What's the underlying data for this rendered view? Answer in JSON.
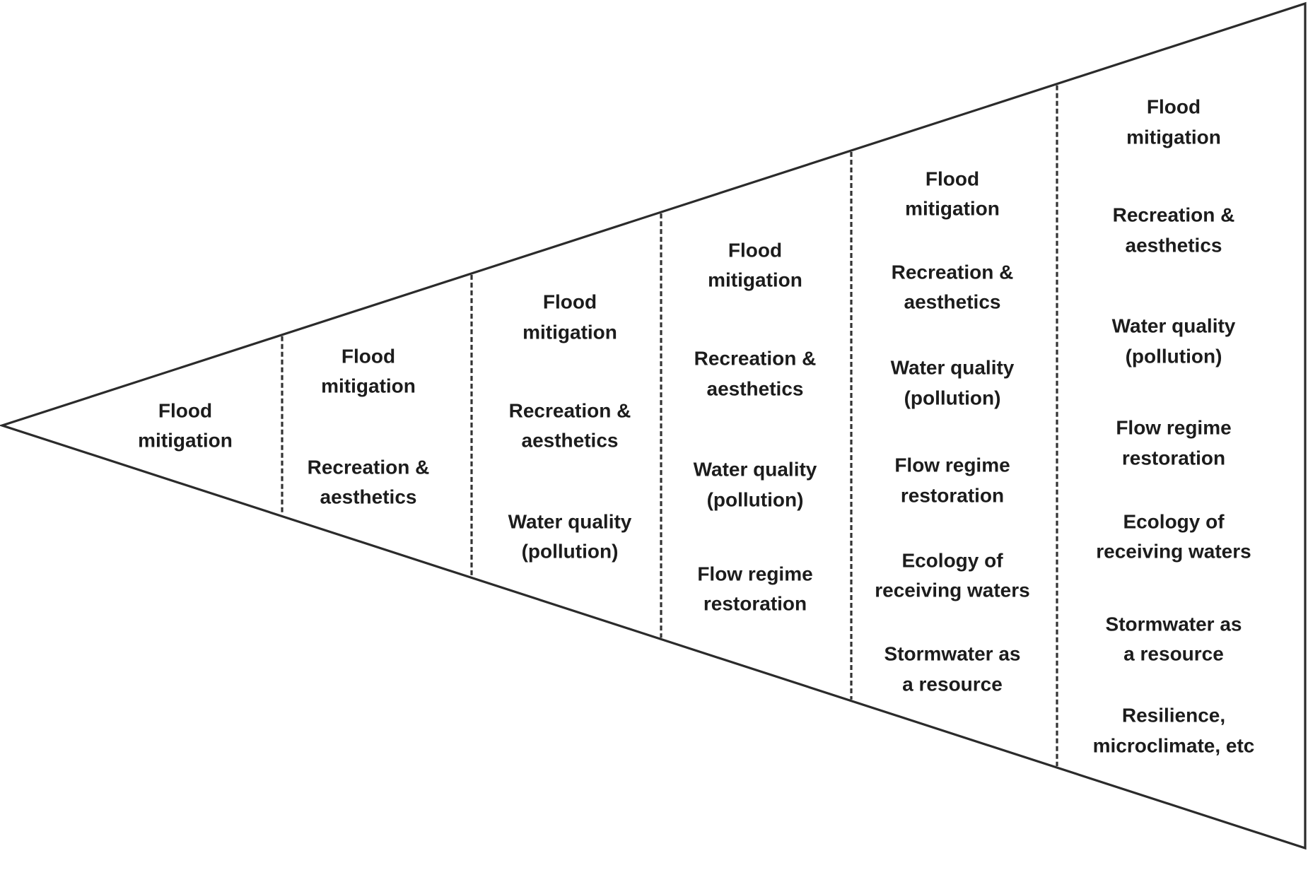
{
  "diagram": {
    "title": "",
    "description": "Widening wedge showing stormwater management objectives accumulating over successive stages",
    "stages": [
      {
        "items": [
          [
            "Flood",
            "mitigation"
          ]
        ]
      },
      {
        "items": [
          [
            "Flood",
            "mitigation"
          ],
          [
            "Recreation &",
            "aesthetics"
          ]
        ]
      },
      {
        "items": [
          [
            "Flood",
            "mitigation"
          ],
          [
            "Recreation &",
            "aesthetics"
          ],
          [
            "Water quality",
            "(pollution)"
          ]
        ]
      },
      {
        "items": [
          [
            "Flood",
            "mitigation"
          ],
          [
            "Recreation &",
            "aesthetics"
          ],
          [
            "Water quality",
            "(pollution)"
          ],
          [
            "Flow regime",
            "restoration"
          ]
        ]
      },
      {
        "items": [
          [
            "Flood",
            "mitigation"
          ],
          [
            "Recreation &",
            "aesthetics"
          ],
          [
            "Water quality",
            "(pollution)"
          ],
          [
            "Flow regime",
            "restoration"
          ],
          [
            "Ecology of",
            "receiving waters"
          ],
          [
            "Stormwater as",
            "a resource"
          ]
        ]
      },
      {
        "items": [
          [
            "Flood",
            "mitigation"
          ],
          [
            "Recreation &",
            "aesthetics"
          ],
          [
            "Water quality",
            "(pollution)"
          ],
          [
            "Flow regime",
            "restoration"
          ],
          [
            "Ecology of",
            "receiving waters"
          ],
          [
            "Stormwater as",
            "a resource"
          ],
          [
            "Resilience,",
            "microclimate, etc"
          ]
        ]
      }
    ],
    "colors": {
      "outline": "#2b2b2b",
      "divider": "#333333",
      "text": "#1c1c1c",
      "background": "#ffffff"
    }
  }
}
